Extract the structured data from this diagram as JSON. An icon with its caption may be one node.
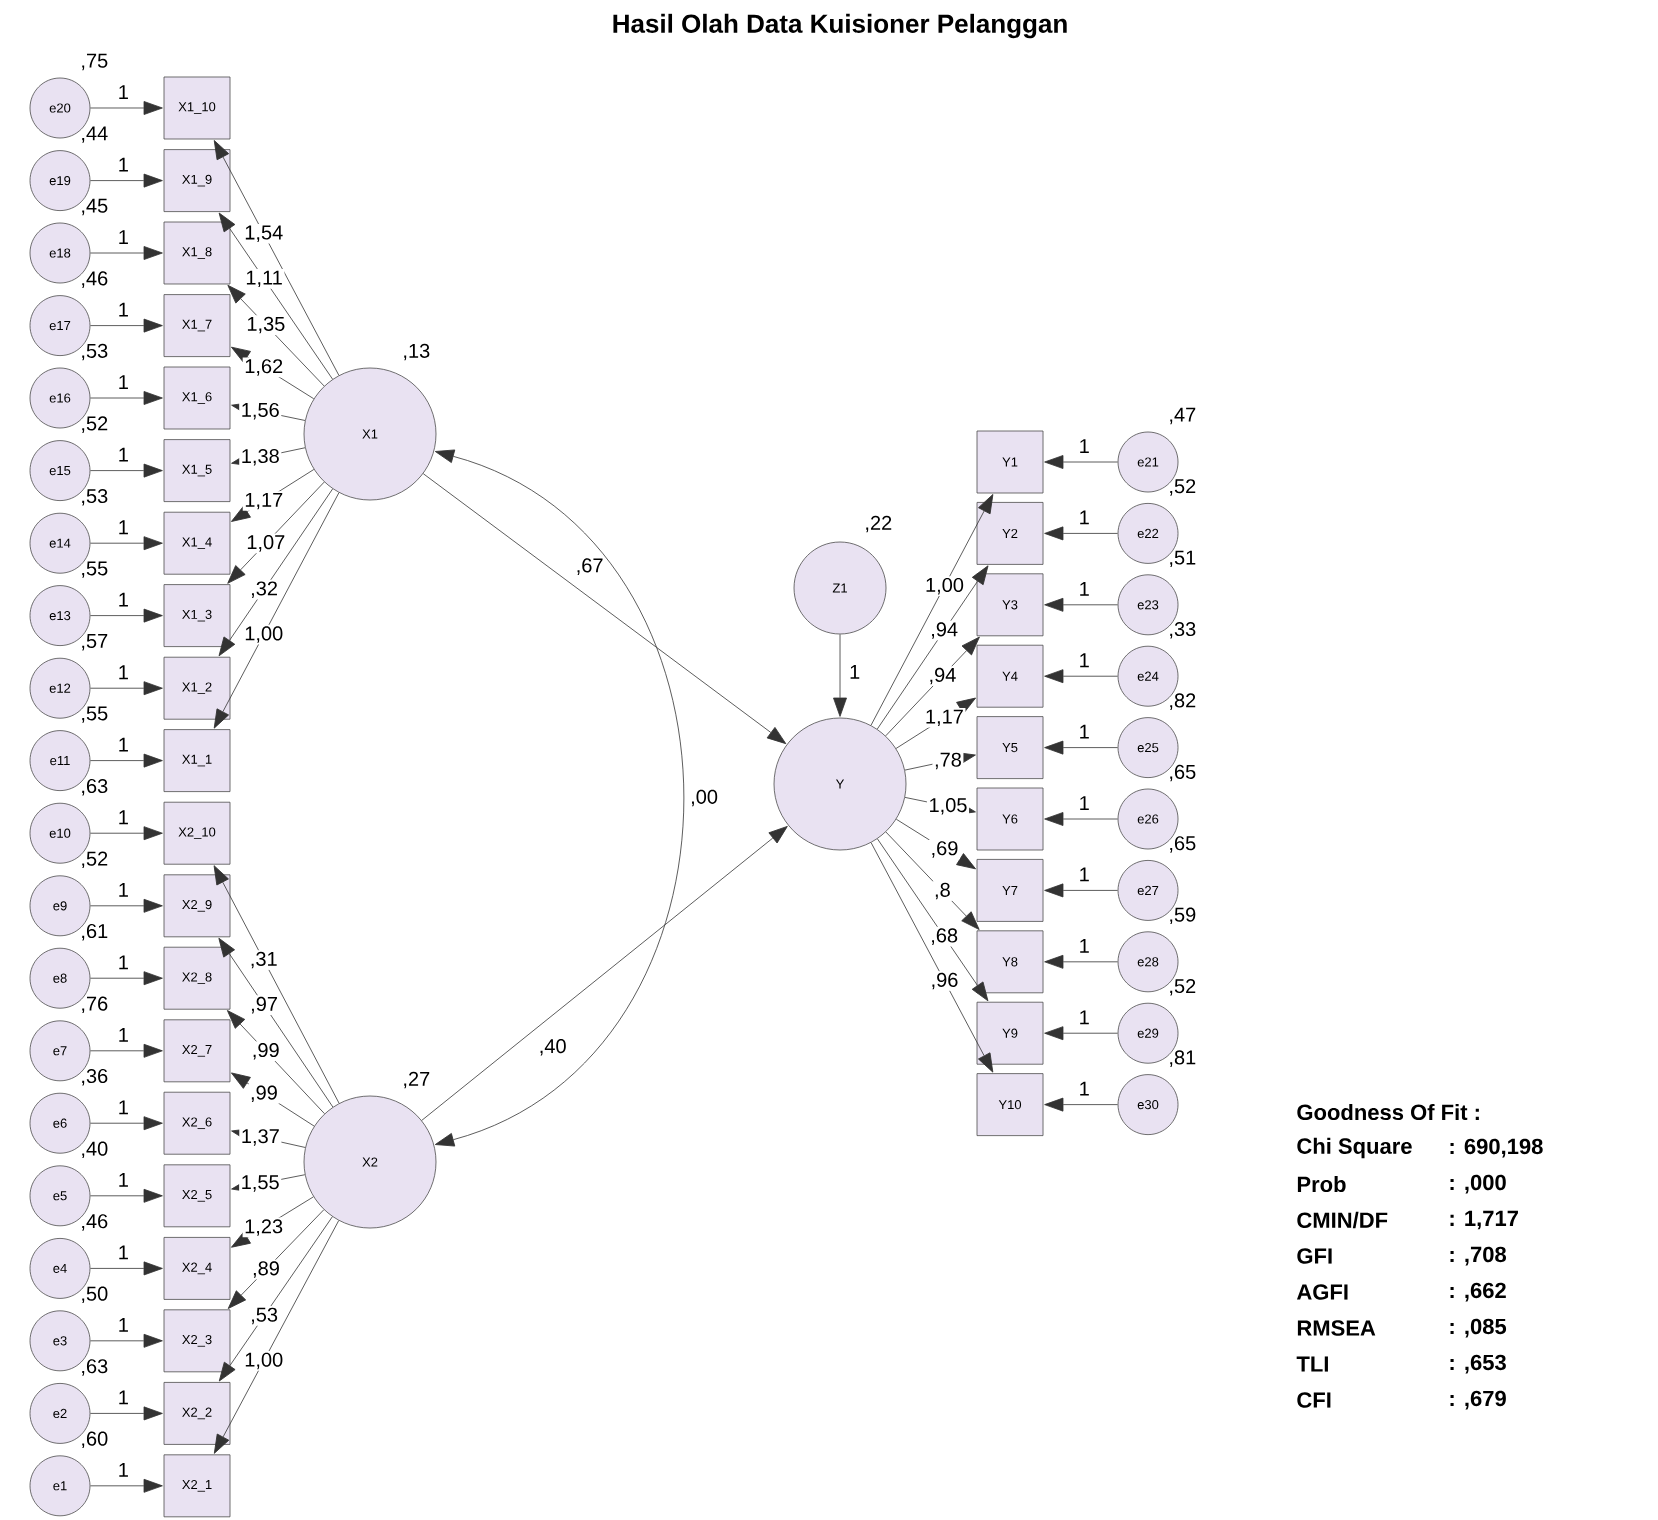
{
  "diagram": {
    "title": "Hasil Olah Data Kuisioner Pelanggan",
    "nodes": [
      {
        "text": [
          "e20"
        ],
        "beside": [
          ",75"
        ]
      },
      {
        "text": [
          "e19"
        ],
        "beside": [
          ",44"
        ]
      },
      {
        "text": [
          "e18"
        ],
        "beside": [
          ",45"
        ]
      },
      {
        "text": [
          "e17"
        ],
        "beside": [
          ",46"
        ]
      },
      {
        "text": [
          "e16"
        ],
        "beside": [
          ",53"
        ]
      },
      {
        "text": [
          "e15"
        ],
        "beside": [
          ",52"
        ]
      },
      {
        "text": [
          "e14"
        ],
        "beside": [
          ",53"
        ]
      },
      {
        "text": [
          "e13"
        ],
        "beside": [
          ",55"
        ]
      },
      {
        "text": [
          "e12"
        ],
        "beside": [
          ",57"
        ]
      },
      {
        "text": [
          "e11"
        ],
        "beside": [
          ",55"
        ]
      },
      {
        "text": [
          "e10"
        ],
        "beside": [
          ",63"
        ]
      },
      {
        "text": [
          "e9"
        ],
        "beside": [
          ",52"
        ]
      },
      {
        "text": [
          "e8"
        ],
        "beside": [
          ",61"
        ]
      },
      {
        "text": [
          "e7"
        ],
        "beside": [
          ",76"
        ]
      },
      {
        "text": [
          "e6"
        ],
        "beside": [
          ",36"
        ]
      },
      {
        "text": [
          "e5"
        ],
        "beside": [
          ",40"
        ]
      },
      {
        "text": [
          "e4"
        ],
        "beside": [
          ",46"
        ]
      },
      {
        "text": [
          "e3"
        ],
        "beside": [
          ",50"
        ]
      },
      {
        "text": [
          "e2"
        ],
        "beside": [
          ",63"
        ]
      },
      {
        "text": [
          "e1"
        ],
        "beside": [
          ",60"
        ]
      },
      {
        "text": [
          "X1_10"
        ]
      },
      {
        "text": [
          "X1_9"
        ]
      },
      {
        "text": [
          "X1_8"
        ]
      },
      {
        "text": [
          "X1_7"
        ]
      },
      {
        "text": [
          "X1_6"
        ]
      },
      {
        "text": [
          "X1_5"
        ]
      },
      {
        "text": [
          "X1_4"
        ]
      },
      {
        "text": [
          "X1_3"
        ]
      },
      {
        "text": [
          "X1_2"
        ]
      },
      {
        "text": [
          "X1_1"
        ]
      },
      {
        "text": [
          "X2_10"
        ]
      },
      {
        "text": [
          "X2_9"
        ]
      },
      {
        "text": [
          "X2_8"
        ]
      },
      {
        "text": [
          "X2_7"
        ]
      },
      {
        "text": [
          "X2_6"
        ]
      },
      {
        "text": [
          "X2_5"
        ]
      },
      {
        "text": [
          "X2_4"
        ]
      },
      {
        "text": [
          "X2_3"
        ]
      },
      {
        "text": [
          "X2_2"
        ]
      },
      {
        "text": [
          "X2_1"
        ]
      },
      {
        "text": [
          "X1"
        ],
        "beside": [
          ",13"
        ]
      },
      {
        "text": [
          "X2"
        ],
        "beside": [
          ",27"
        ]
      },
      {
        "text": [
          "Z1"
        ],
        "beside": [
          ",22"
        ]
      },
      {
        "text": [
          "Y"
        ]
      },
      {
        "text": [
          "Y1"
        ]
      },
      {
        "text": [
          "Y2"
        ]
      },
      {
        "text": [
          "Y3"
        ]
      },
      {
        "text": [
          "Y4"
        ]
      },
      {
        "text": [
          "Y5"
        ]
      },
      {
        "text": [
          "Y6"
        ]
      },
      {
        "text": [
          "Y7"
        ]
      },
      {
        "text": [
          "Y8"
        ]
      },
      {
        "text": [
          "Y9"
        ]
      },
      {
        "text": [
          "Y10"
        ]
      },
      {
        "text": [
          "e21"
        ],
        "beside": [
          ",47"
        ]
      },
      {
        "text": [
          "e22"
        ],
        "beside": [
          ",52"
        ]
      },
      {
        "text": [
          "e23"
        ],
        "beside": [
          ",51"
        ]
      },
      {
        "text": [
          "e24"
        ],
        "beside": [
          ",33"
        ]
      },
      {
        "text": [
          "e25"
        ],
        "beside": [
          ",82"
        ]
      },
      {
        "text": [
          "e26"
        ],
        "beside": [
          ",65"
        ]
      },
      {
        "text": [
          "e27"
        ],
        "beside": [
          ",65"
        ]
      },
      {
        "text": [
          "e28"
        ],
        "beside": [
          ",59"
        ]
      },
      {
        "text": [
          "e29"
        ],
        "beside": [
          ",52"
        ]
      },
      {
        "text": [
          "e30"
        ],
        "beside": [
          ",81"
        ]
      }
    ],
    "edges": [
      {
        "from": 0,
        "to": 20,
        "arrow": "to",
        "label": "1"
      },
      {
        "from": 1,
        "to": 21,
        "arrow": "to",
        "label": "1"
      },
      {
        "from": 2,
        "to": 22,
        "arrow": "to",
        "label": "1"
      },
      {
        "from": 3,
        "to": 23,
        "arrow": "to",
        "label": "1"
      },
      {
        "from": 4,
        "to": 24,
        "arrow": "to",
        "label": "1"
      },
      {
        "from": 5,
        "to": 25,
        "arrow": "to",
        "label": "1"
      },
      {
        "from": 6,
        "to": 26,
        "arrow": "to",
        "label": "1"
      },
      {
        "from": 7,
        "to": 27,
        "arrow": "to",
        "label": "1"
      },
      {
        "from": 8,
        "to": 28,
        "arrow": "to",
        "label": "1"
      },
      {
        "from": 9,
        "to": 29,
        "arrow": "to",
        "label": "1"
      },
      {
        "from": 10,
        "to": 30,
        "arrow": "to",
        "label": "1"
      },
      {
        "from": 11,
        "to": 31,
        "arrow": "to",
        "label": "1"
      },
      {
        "from": 12,
        "to": 32,
        "arrow": "to",
        "label": "1"
      },
      {
        "from": 13,
        "to": 33,
        "arrow": "to",
        "label": "1"
      },
      {
        "from": 14,
        "to": 34,
        "arrow": "to",
        "label": "1"
      },
      {
        "from": 15,
        "to": 35,
        "arrow": "to",
        "label": "1"
      },
      {
        "from": 16,
        "to": 36,
        "arrow": "to",
        "label": "1"
      },
      {
        "from": 17,
        "to": 37,
        "arrow": "to",
        "label": "1"
      },
      {
        "from": 18,
        "to": 38,
        "arrow": "to",
        "label": "1"
      },
      {
        "from": 19,
        "to": 39,
        "arrow": "to",
        "label": "1"
      },
      {
        "from": 40,
        "to": 20,
        "arrow": "to",
        "label": "1,54"
      },
      {
        "from": 40,
        "to": 21,
        "arrow": "to",
        "label": "1,11"
      },
      {
        "from": 40,
        "to": 22,
        "arrow": "to",
        "label": "1,35"
      },
      {
        "from": 40,
        "to": 23,
        "arrow": "to",
        "label": "1,62"
      },
      {
        "from": 40,
        "to": 24,
        "arrow": "to",
        "label": "1,56"
      },
      {
        "from": 40,
        "to": 25,
        "arrow": "to",
        "label": "1,38"
      },
      {
        "from": 40,
        "to": 26,
        "arrow": "to",
        "label": "1,17"
      },
      {
        "from": 40,
        "to": 27,
        "arrow": "to",
        "label": "1,07"
      },
      {
        "from": 40,
        "to": 28,
        "arrow": "to",
        "label": ",32"
      },
      {
        "from": 40,
        "to": 29,
        "arrow": "to",
        "label": "1,00"
      },
      {
        "from": 41,
        "to": 30,
        "arrow": "to",
        "label": ",31"
      },
      {
        "from": 41,
        "to": 31,
        "arrow": "to",
        "label": ",97"
      },
      {
        "from": 41,
        "to": 32,
        "arrow": "to",
        "label": ",99"
      },
      {
        "from": 41,
        "to": 33,
        "arrow": "to",
        "label": ",99"
      },
      {
        "from": 41,
        "to": 34,
        "arrow": "to",
        "label": "1,37"
      },
      {
        "from": 41,
        "to": 35,
        "arrow": "to",
        "label": "1,55"
      },
      {
        "from": 41,
        "to": 36,
        "arrow": "to",
        "label": "1,23"
      },
      {
        "from": 41,
        "to": 37,
        "arrow": "to",
        "label": ",89"
      },
      {
        "from": 41,
        "to": 38,
        "arrow": "to",
        "label": ",53"
      },
      {
        "from": 41,
        "to": 39,
        "arrow": "to",
        "label": "1,00"
      },
      {
        "from": 40,
        "to": 43,
        "arrow": "to",
        "label": ",67"
      },
      {
        "from": 41,
        "to": 43,
        "arrow": "to",
        "label": ",40"
      },
      {
        "from": 42,
        "to": 43,
        "arrow": "to",
        "label": "1"
      },
      {
        "from": 40,
        "to": 41,
        "arrow": "both",
        "label": ",00"
      },
      {
        "from": 43,
        "to": 44,
        "arrow": "to",
        "label": "1,00"
      },
      {
        "from": 43,
        "to": 45,
        "arrow": "to",
        "label": ",94"
      },
      {
        "from": 43,
        "to": 46,
        "arrow": "to",
        "label": ",94"
      },
      {
        "from": 43,
        "to": 47,
        "arrow": "to",
        "label": "1,17"
      },
      {
        "from": 43,
        "to": 48,
        "arrow": "to",
        "label": ",78"
      },
      {
        "from": 43,
        "to": 49,
        "arrow": "to",
        "label": "1,05"
      },
      {
        "from": 43,
        "to": 50,
        "arrow": "to",
        "label": ",69"
      },
      {
        "from": 43,
        "to": 51,
        "arrow": "to",
        "label": ",8"
      },
      {
        "from": 43,
        "to": 52,
        "arrow": "to",
        "label": ",68"
      },
      {
        "from": 43,
        "to": 53,
        "arrow": "to",
        "label": ",96"
      },
      {
        "from": 54,
        "to": 44,
        "arrow": "to",
        "label": "1"
      },
      {
        "from": 55,
        "to": 45,
        "arrow": "to",
        "label": "1"
      },
      {
        "from": 56,
        "to": 46,
        "arrow": "to",
        "label": "1"
      },
      {
        "from": 57,
        "to": 47,
        "arrow": "to",
        "label": "1"
      },
      {
        "from": 58,
        "to": 48,
        "arrow": "to",
        "label": "1"
      },
      {
        "from": 59,
        "to": 49,
        "arrow": "to",
        "label": "1"
      },
      {
        "from": 60,
        "to": 50,
        "arrow": "to",
        "label": "1"
      },
      {
        "from": 61,
        "to": 51,
        "arrow": "to",
        "label": "1"
      },
      {
        "from": 62,
        "to": 52,
        "arrow": "to",
        "label": "1"
      },
      {
        "from": 63,
        "to": 53,
        "arrow": "to",
        "label": "1"
      }
    ],
    "labels": [
      "Goodness Of Fit :",
      "Chi Square",
      ": 690,198",
      "Prob",
      ": ,000",
      "CMIN/DF",
      ": 1,717",
      "GFI",
      ": ,708",
      "AGFI",
      ": ,662",
      "RMSEA",
      ": ,085",
      "TLI",
      ": ,653",
      "CFI",
      ": ,679"
    ]
  }
}
